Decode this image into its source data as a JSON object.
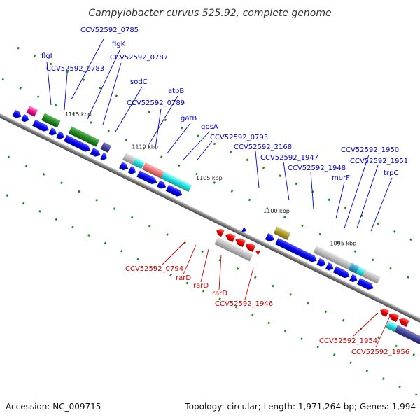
{
  "title": "Campylobacter curvus 525.92, complete genome",
  "footer": {
    "accession": "Accession: NC_009715",
    "summary": "Topology: circular; Length: 1,971,264 bp; Genes: 1,994"
  },
  "colors": {
    "forward": "#0000ee",
    "reverse": "#ee0000",
    "forward_label": "#0000cc",
    "reverse_label": "#cc0000",
    "backbone": "#777777",
    "tick": "#228822"
  },
  "scale_labels": [
    "1115 kbp",
    "1110 kbp",
    "1105 kbp",
    "1100 kbp",
    "1095 kbp"
  ],
  "forward_labels": [
    "CCV52592_0785",
    "flgK",
    "flgI",
    "CCV52592_0787",
    "CCV52592_0783",
    "sodC",
    "atpB",
    "CCV52592_0789",
    "gatB",
    "gpsA",
    "CCV52592_0793",
    "CCV52592_2168",
    "CCV52592_1947",
    "CCV52592_1948",
    "CCV52592_1950",
    "CCV52592_1951",
    "murF",
    "trpC"
  ],
  "reverse_labels": [
    "CCV52592_0794",
    "rarD",
    "rarD",
    "rarD",
    "CCV52592_1946",
    "CCV52592_1954",
    "CCV52592_1956"
  ]
}
